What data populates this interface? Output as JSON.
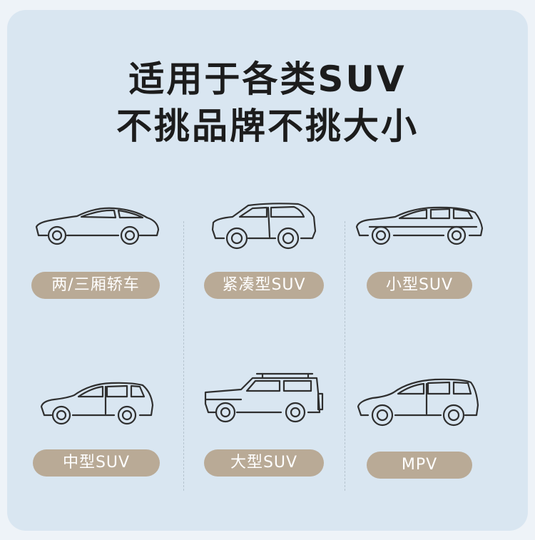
{
  "headline": {
    "line1": "适用于各类SUV",
    "line2": "不挑品牌不挑大小"
  },
  "categories": [
    {
      "label": "两/三厢轿车",
      "icon": "sedan-icon"
    },
    {
      "label": "紧凑型SUV",
      "icon": "compact-suv-icon"
    },
    {
      "label": "小型SUV",
      "icon": "small-suv-icon"
    },
    {
      "label": "中型SUV",
      "icon": "midsize-suv-icon"
    },
    {
      "label": "大型SUV",
      "icon": "large-suv-icon"
    },
    {
      "label": "MPV",
      "icon": "mpv-icon"
    }
  ],
  "colors": {
    "background": "#d9e6f1",
    "pill": "#b9aa96",
    "pill_text": "#ffffff",
    "text": "#1c1c1c"
  }
}
